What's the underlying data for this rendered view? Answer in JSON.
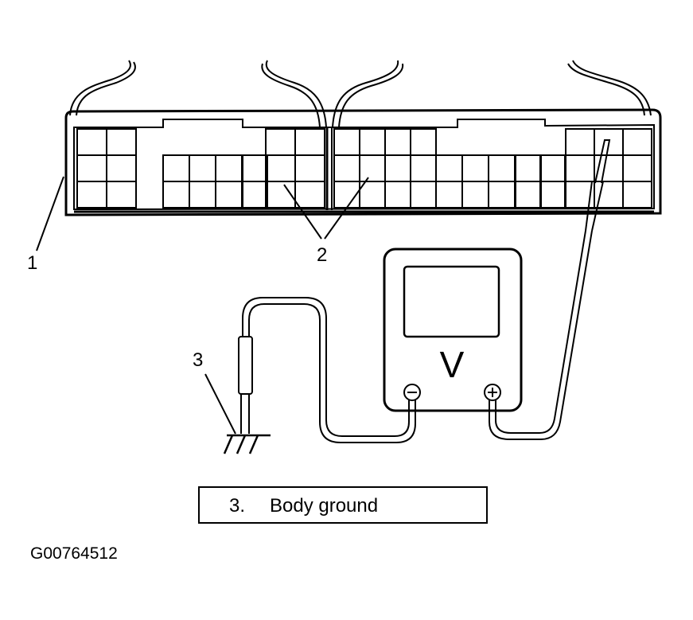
{
  "callouts": {
    "connector": "1",
    "terminals": "2",
    "ground": "3"
  },
  "meter": {
    "unit_symbol": "V",
    "negative_symbol": "−",
    "positive_symbol": "+"
  },
  "legend": {
    "number": "3.",
    "label": "Body ground"
  },
  "figure_code": "G00764512"
}
